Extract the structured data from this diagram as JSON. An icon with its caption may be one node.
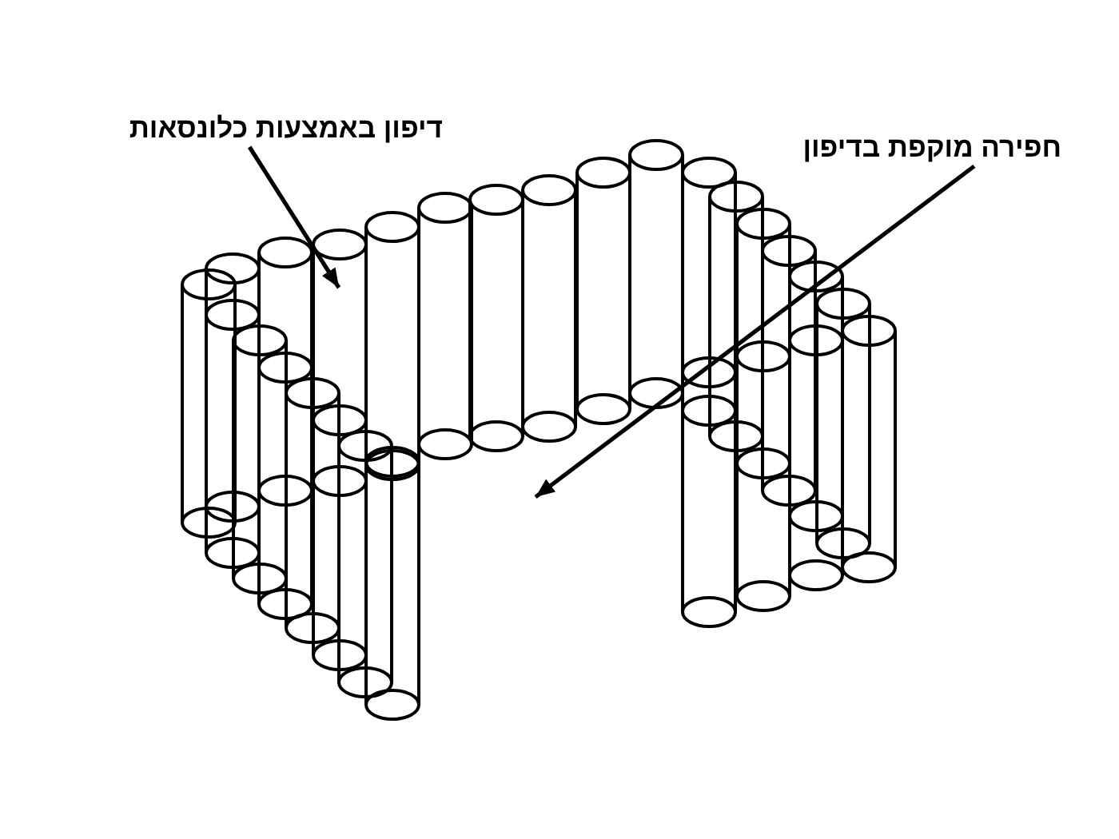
{
  "diagram": {
    "nodes": [
      {
        "text": [
          "דיפון באמצעות כלונסאות"
        ]
      },
      {
        "text": [
          "חפירה מוקפת בדיפון"
        ]
      }
    ],
    "edges": [
      {
        "from": 0,
        "to": null,
        "arrow": "to"
      },
      {
        "from": 1,
        "to": null,
        "arrow": "to"
      }
    ]
  }
}
